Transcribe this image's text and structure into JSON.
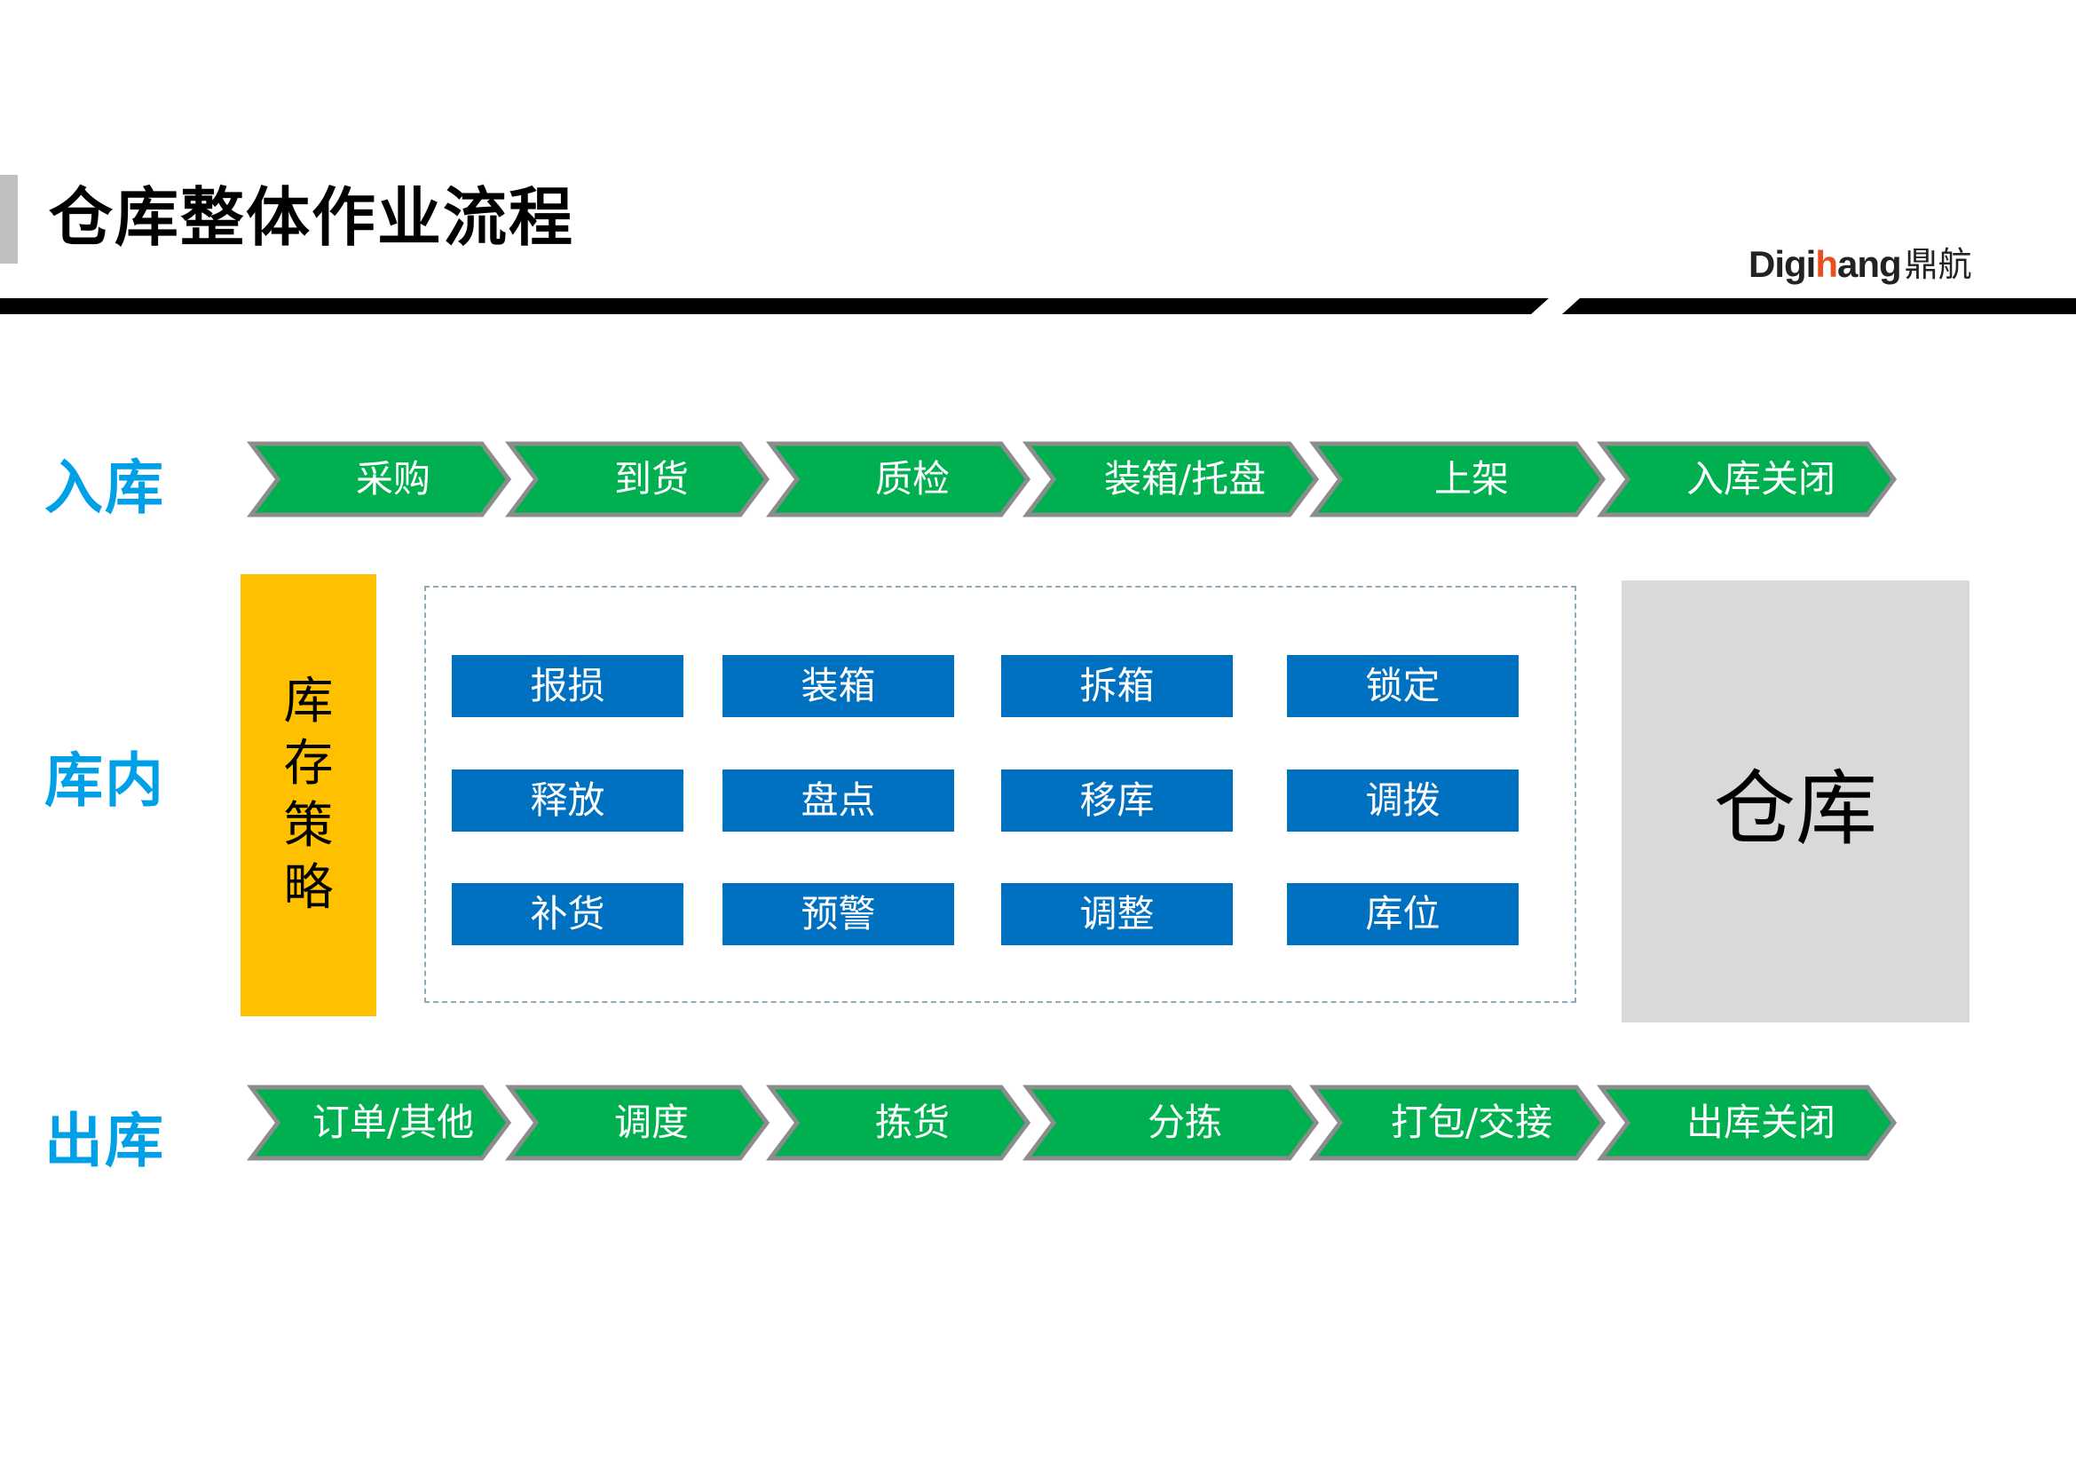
{
  "header": {
    "title": "仓库整体作业流程",
    "logo_text_pre": "Digi",
    "logo_text_hl": "h",
    "logo_text_post": "ang",
    "logo_text_cn": "鼎航"
  },
  "rows": {
    "inbound": {
      "label": "入库",
      "steps": [
        "采购",
        "到货",
        "质检",
        "装箱/托盘",
        "上架",
        "入库关闭"
      ]
    },
    "internal": {
      "label": "库内",
      "strategy_chars": [
        "库",
        "存",
        "策",
        "略"
      ],
      "operations": [
        [
          "报损",
          "装箱",
          "拆箱",
          "锁定"
        ],
        [
          "释放",
          "盘点",
          "移库",
          "调拨"
        ],
        [
          "补货",
          "预警",
          "调整",
          "库位"
        ]
      ],
      "warehouse_label": "仓库"
    },
    "outbound": {
      "label": "出库",
      "steps": [
        "订单/其他",
        "调度",
        "拣货",
        "分拣",
        "打包/交接",
        "出库关闭"
      ]
    }
  },
  "colors": {
    "chevron_green": "#00b050",
    "chevron_border": "#8c8c8c",
    "op_blue": "#0070c0",
    "strategy_yellow": "#ffc000",
    "label_blue": "#00a0e9",
    "warehouse_gray": "#d9d9d9"
  }
}
